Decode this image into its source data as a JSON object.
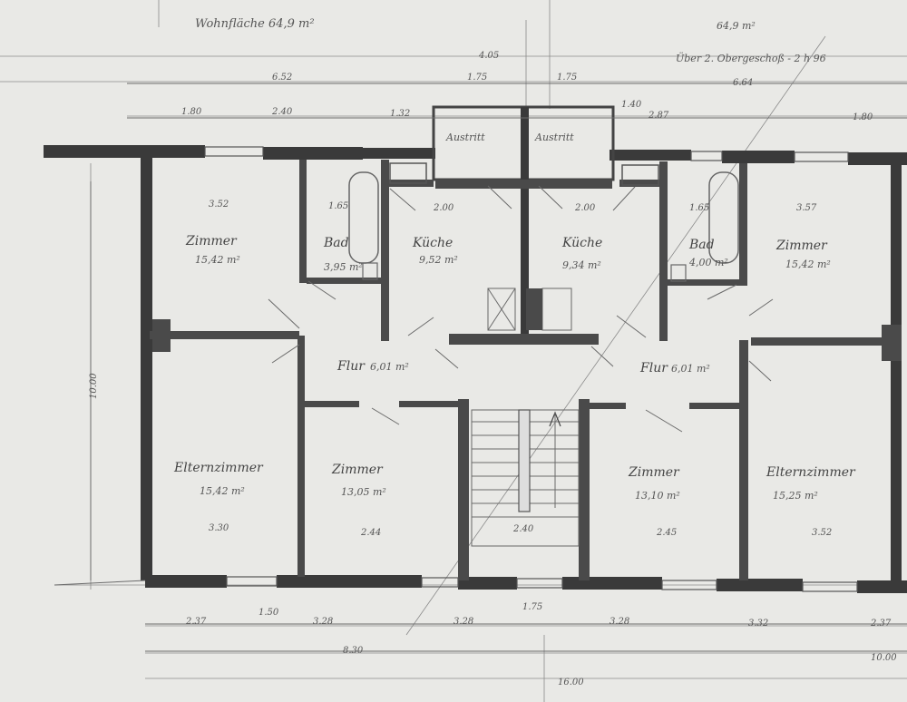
{
  "header": {
    "living_area": "Wohnfläche 64,9 m²",
    "note_top_right": "Über 2. Obergeschoß - 2 h 96",
    "note_top_right_small": "64,9 m²"
  },
  "rooms": [
    {
      "id": "zimmer-nw",
      "name": "Zimmer",
      "area": "15,42 m²"
    },
    {
      "id": "bad-left",
      "name": "Bad",
      "area": "3,95 m²"
    },
    {
      "id": "kueche-left",
      "name": "Küche",
      "area": "9,52 m²"
    },
    {
      "id": "kueche-right",
      "name": "Küche",
      "area": "9,34 m²"
    },
    {
      "id": "bad-right",
      "name": "Bad",
      "area": "4,00 m²"
    },
    {
      "id": "zimmer-ne",
      "name": "Zimmer",
      "area": "15,42 m²"
    },
    {
      "id": "flur-left",
      "name": "Flur",
      "area": "6,01 m²"
    },
    {
      "id": "flur-right",
      "name": "Flur",
      "area": "6,01 m²"
    },
    {
      "id": "elternzimmer-left",
      "name": "Elternzimmer",
      "area": "15,42 m²"
    },
    {
      "id": "zimmer-left",
      "name": "Zimmer",
      "area": "13,05 m²"
    },
    {
      "id": "zimmer-right",
      "name": "Zimmer",
      "area": "13,10 m²"
    },
    {
      "id": "elternzimmer-right",
      "name": "Elternzimmer",
      "area": "15,25 m²"
    },
    {
      "id": "austritt-left",
      "name": "Austritt",
      "area": ""
    },
    {
      "id": "austritt-right",
      "name": "Austritt",
      "area": ""
    }
  ],
  "dimensions": {
    "top_row1": [
      "6.52",
      "4.05",
      "6.64"
    ],
    "top_row2": [
      "1.75",
      "1.75"
    ],
    "top_row3": [
      "1.80",
      "2.40",
      "1.32",
      "1.40",
      "2.87",
      "1.80"
    ],
    "inner": [
      "3.52",
      "1.65",
      "2.00",
      "2.00",
      "1.65",
      "3.57",
      "3.30",
      "2.44",
      "2.45",
      "3.52",
      "2.40"
    ],
    "bottom": [
      "2.37",
      "1.50",
      "3.28",
      "3.28",
      "1.75",
      "3.28",
      "3.32",
      "2.37",
      "8.30",
      "10.00",
      "16.00"
    ],
    "side_left": "10.00"
  }
}
